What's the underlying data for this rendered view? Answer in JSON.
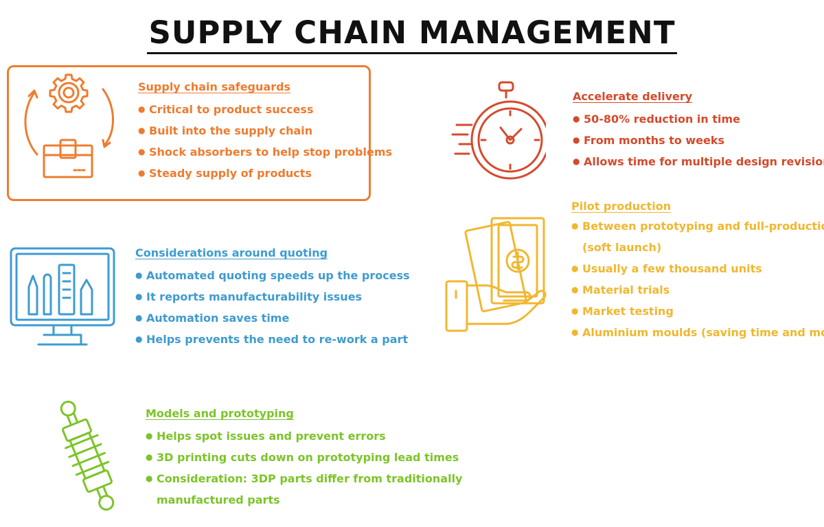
{
  "title": "SUPPLY CHAIN MANAGEMENT",
  "colors": {
    "orange": "#ee7b2f",
    "red": "#d44a2b",
    "yellow": "#f0b72f",
    "blue": "#3e9bd0",
    "green": "#7cc429"
  },
  "sections": {
    "safeguards": {
      "icon": "gear-box-cycle-icon",
      "heading": "Supply chain safeguards",
      "items": [
        "Critical to product success",
        "Built into the supply chain",
        "Shock absorbers to help stop problems",
        "Steady supply of products"
      ]
    },
    "delivery": {
      "icon": "stopwatch-icon",
      "heading": "Accelerate delivery",
      "items": [
        "50-80% reduction in time",
        "From months to weeks",
        "Allows time for multiple design revisions"
      ]
    },
    "pilot": {
      "icon": "hand-money-icon",
      "heading": "Pilot production",
      "items": [
        "Between prototyping and full-production",
        "(soft launch)",
        "Usually a few thousand units",
        "Material trials",
        "Market testing",
        "Aluminium moulds (saving time and money)"
      ]
    },
    "quoting": {
      "icon": "monitor-tools-icon",
      "heading": "Considerations around quoting",
      "items": [
        "Automated quoting speeds up the process",
        "It reports manufacturability issues",
        "Automation saves time",
        "Helps prevents the need to re-work a part"
      ]
    },
    "models": {
      "icon": "shock-absorber-icon",
      "heading": "Models and prototyping",
      "items": [
        "Helps spot issues and prevent errors",
        "3D printing cuts down on prototyping lead times",
        "Consideration: 3DP parts differ from traditionally",
        "manufactured parts"
      ]
    }
  }
}
